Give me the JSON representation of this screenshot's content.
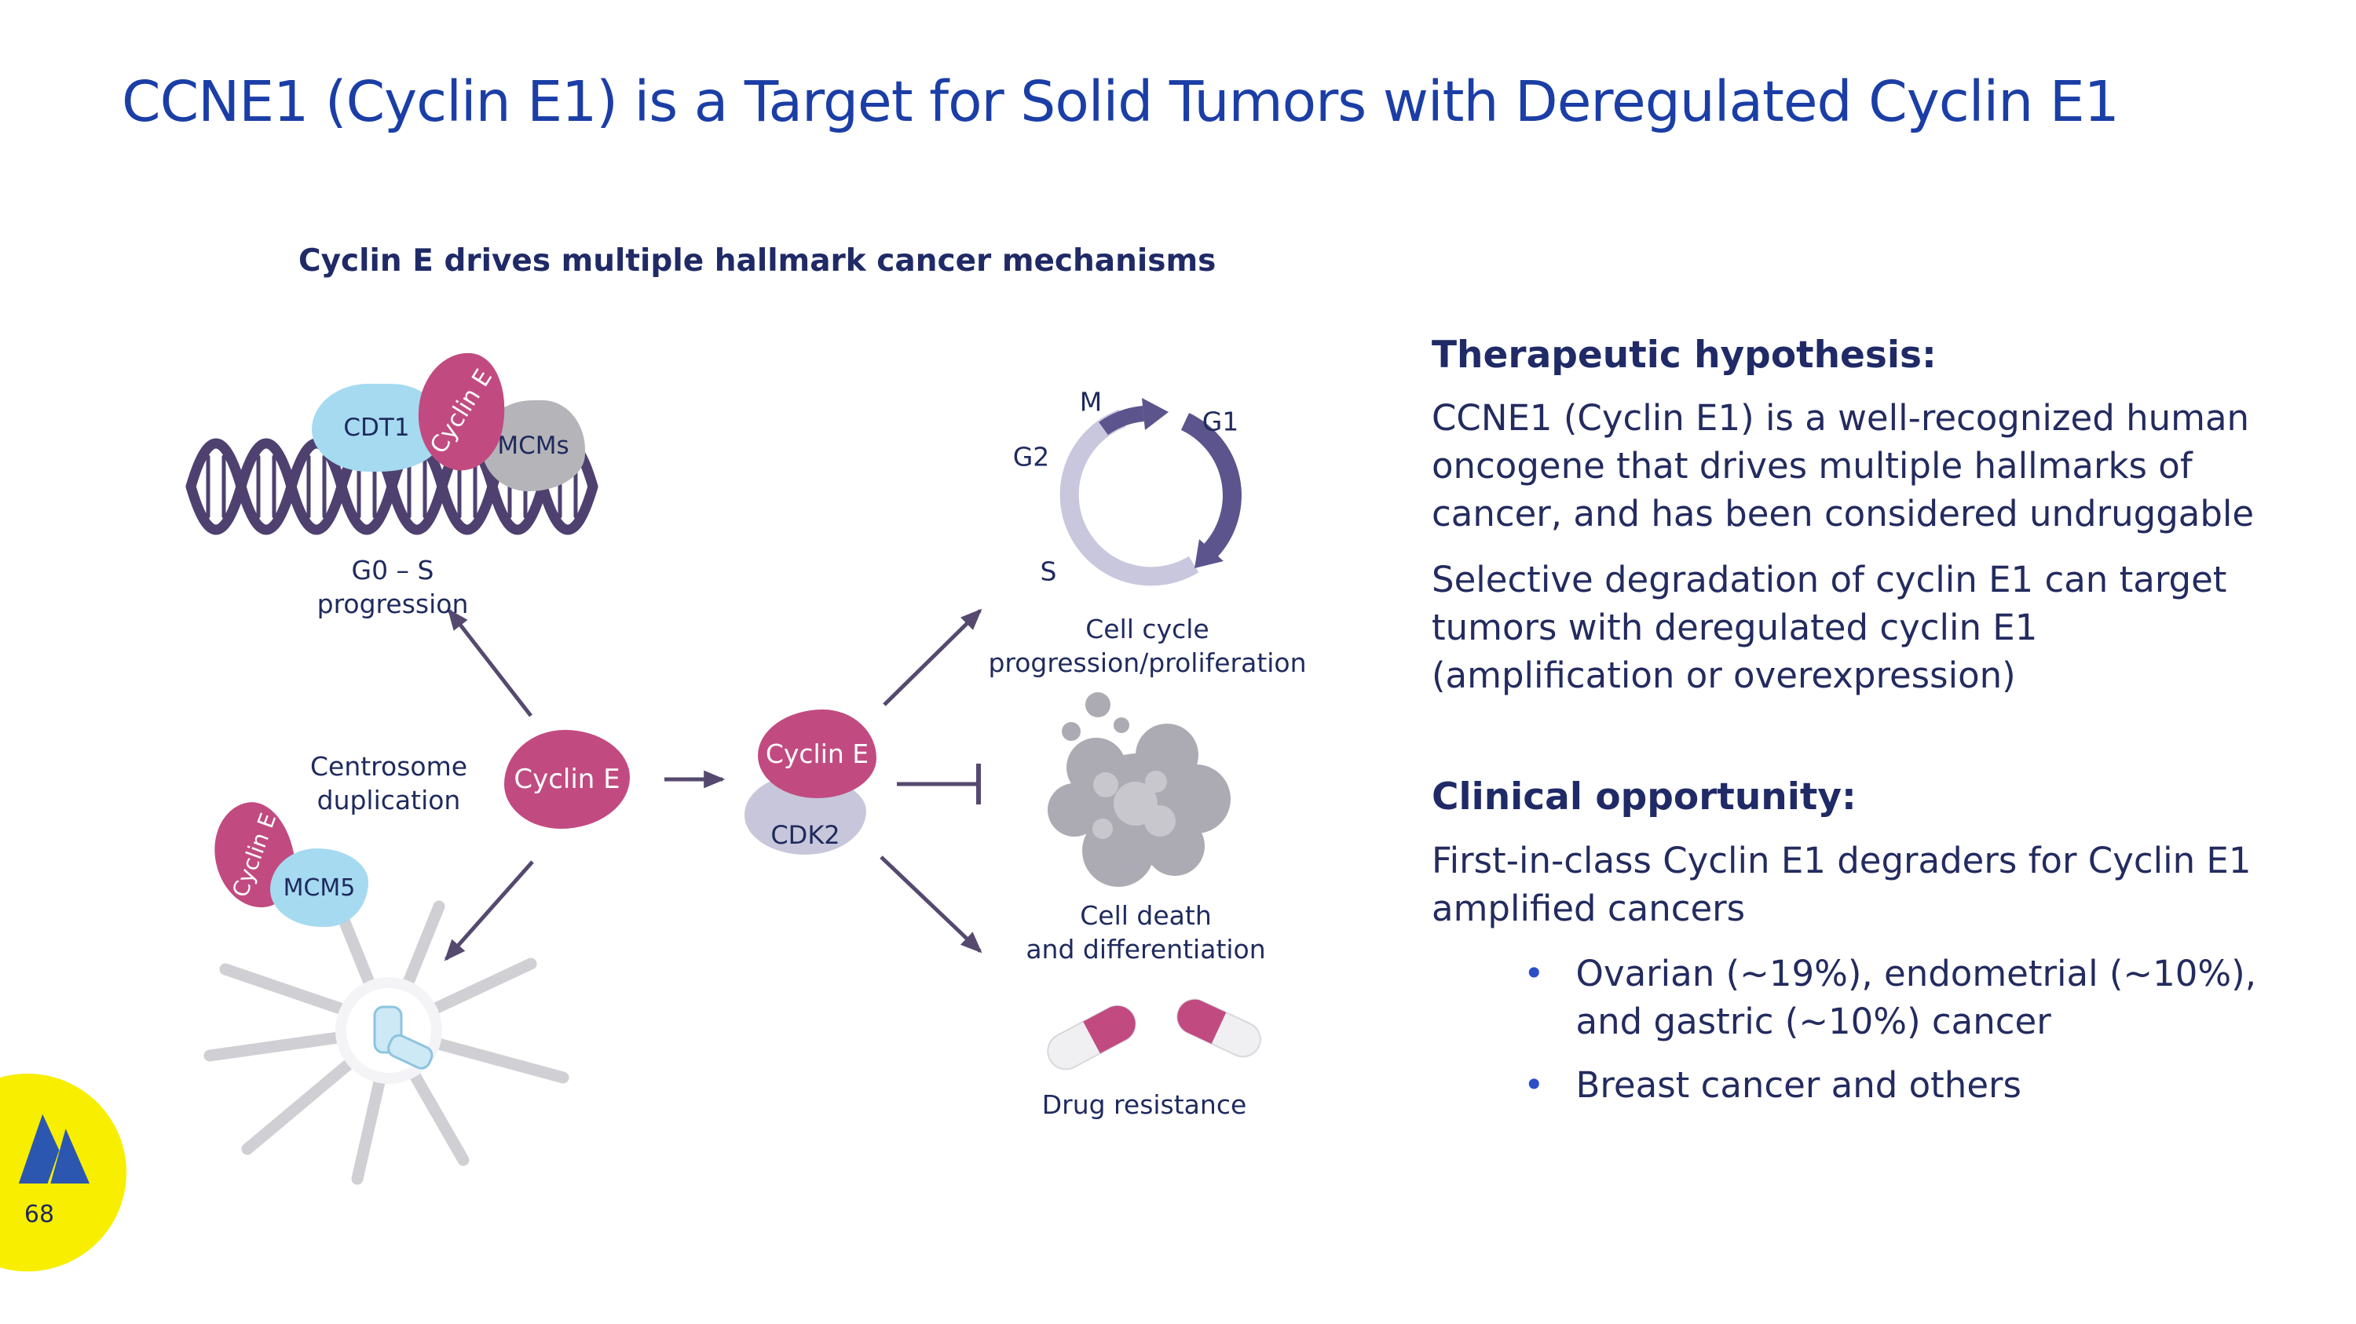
{
  "slide": {
    "title": "CCNE1 (Cyclin E1) is a Target for Solid Tumors with Deregulated Cyclin E1",
    "page_number": "68",
    "bullet_char": "•"
  },
  "diagram": {
    "heading": "Cyclin E drives multiple hallmark cancer mechanisms",
    "labels": {
      "cdt1": "CDT1",
      "cyclin_e_dna": "Cyclin E",
      "mcms": "MCMs",
      "g0_s": "G0 – S progression",
      "m": "M",
      "g1": "G1",
      "g2": "G2",
      "s": "S",
      "cell_cycle_caption": "Cell cycle\nprogression/proliferation",
      "cyclin_e_center": "Cyclin E",
      "cyclin_e_complex": "Cyclin E",
      "cdk2": "CDK2",
      "centrosome_caption": "Centrosome\nduplication",
      "cyclin_e_mcm5": "Cyclin E",
      "mcm5": "MCM5",
      "cell_death_caption": "Cell death\nand differentiation",
      "drug_resistance_caption": "Drug resistance"
    }
  },
  "right_panel": {
    "therapeutic": {
      "heading": "Therapeutic hypothesis:",
      "para1": "CCNE1 (Cyclin E1) is a well-recognized human\noncogene that drives multiple hallmarks of\ncancer, and has been considered undruggable",
      "para2": "Selective degradation of cyclin E1 can target\ntumors with deregulated cyclin E1\n(amplification or overexpression)"
    },
    "clinical": {
      "heading": "Clinical opportunity:",
      "para1": "First-in-class Cyclin E1 degraders for Cyclin E1\namplified cancers",
      "bullets": [
        "Ovarian (~19%), endometrial (~10%),\nand gastric (~10%) cancer",
        "Breast cancer and others"
      ]
    }
  },
  "colors": {
    "title_blue": "#1B3EA6",
    "heading_navy": "#1F2A66",
    "body_navy": "#232B5F",
    "pink": "#C14B80",
    "light_blue": "#A5DAF0",
    "gray_blob": "#B5B4B9",
    "lavender": "#C8C6DA",
    "dna_purple": "#4E4170",
    "arrow_purple": "#55496F",
    "arc_dark": "#5C548C",
    "arc_light": "#C9C7DE",
    "bullet_blue": "#2B50C5",
    "logo_yellow": "#F7EE00",
    "logo_blue": "#2B57B0"
  }
}
